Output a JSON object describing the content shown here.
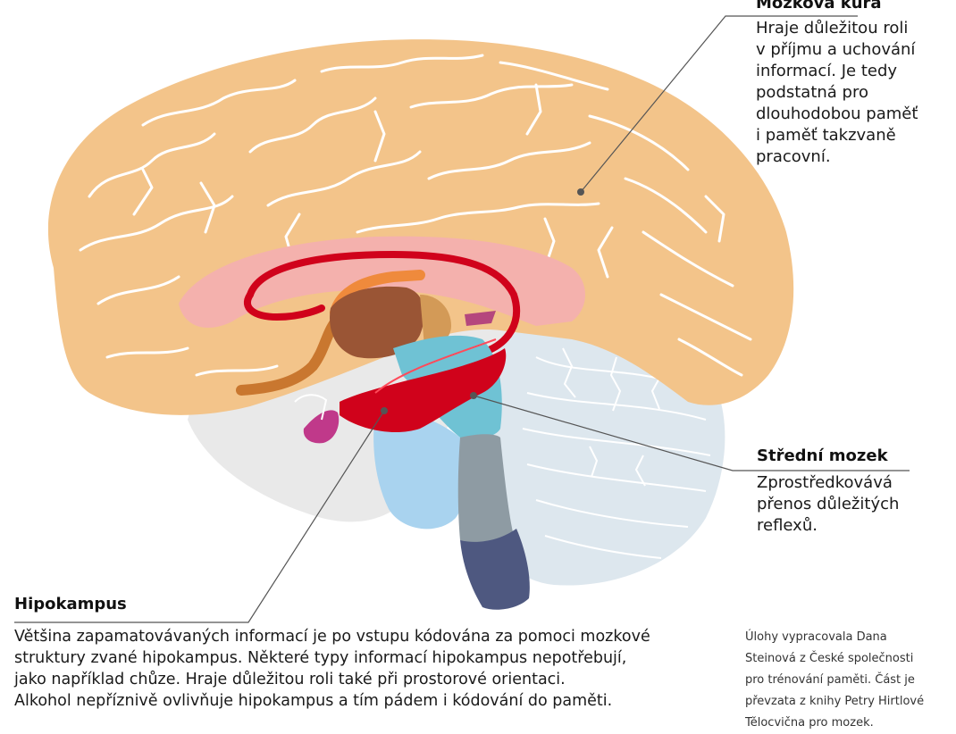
{
  "cortex": {
    "title": "Mozková kůra",
    "text": "Hraje důležitou roli\nv příjmu a uchování\ninformací.  Je tedy\npodstatná pro\ndlouhodobou paměť\ni paměť takzvaně\npracovní."
  },
  "midbrain": {
    "title": "Střední mozek",
    "text": "Zprostředkovává\npřenos důležitých\nreflexů."
  },
  "hippocampus": {
    "title": "Hipokampus",
    "text": "Většina  zapamatovávaných informací je po vstupu kódována za pomoci mozkové\nstruktury zvané hipokampus. Některé typy informací hipokampus nepotřebují,\njako například chůze. Hraje důležitou roli také při prostorové orientaci.\nAlkohol nepříznivě ovlivňuje hipokampus a tím pádem i kódování do paměti."
  },
  "credit": "Úlohy vypracovala Dana\nSteinová z České společnosti\npro trénování paměti. Část je\npřevzata z knihy Petry Hirtlové\nTělocvična pro mozek.",
  "colors": {
    "cortex": "#f3c48a",
    "cortex_outline": "#ffffff",
    "corpus_callosum": "#f4b1ad",
    "fornix": "#d0021b",
    "thalamus": "#9a5535",
    "midbrain": "#6fc2d4",
    "pons": "#a9d3ef",
    "medulla_upper": "#8e9ba3",
    "medulla_lower": "#4e5880",
    "cerebellum": "#dde7ee",
    "pituitary": "#c0398a",
    "leader_line": "#555555"
  }
}
